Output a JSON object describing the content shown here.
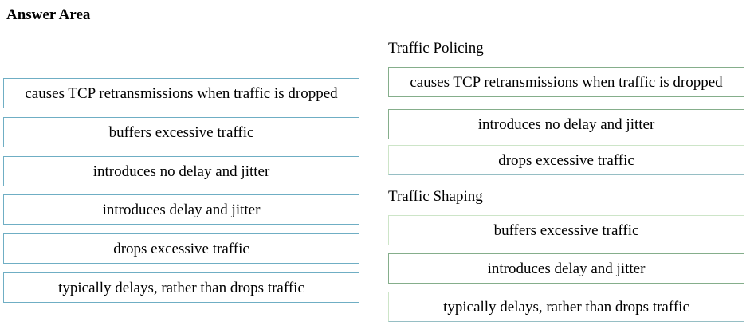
{
  "answer_area": {
    "title": "Answer Area"
  },
  "source_list": {
    "items": [
      "causes TCP retransmissions when traffic is dropped",
      "buffers excessive traffic",
      "introduces no delay and jitter",
      "introduces delay and jitter",
      "drops excessive traffic",
      "typically delays, rather than drops traffic"
    ]
  },
  "policing": {
    "label": "Traffic Policing",
    "items": [
      "causes TCP retransmissions when traffic is dropped",
      "introduces no delay and jitter",
      "drops excessive traffic"
    ]
  },
  "shaping": {
    "label": "Traffic Shaping",
    "items": [
      "buffers excessive traffic",
      "introduces delay and jitter",
      "typically delays, rather than drops traffic"
    ]
  },
  "colors": {
    "background": "#ffffff",
    "text": "#000000",
    "source_box_border": "#6faec4",
    "target_box_border_strong": "#85ae8b",
    "target_box_border_light": "#cde5c8",
    "target_box_border_light_bottom": "#96bec4"
  }
}
